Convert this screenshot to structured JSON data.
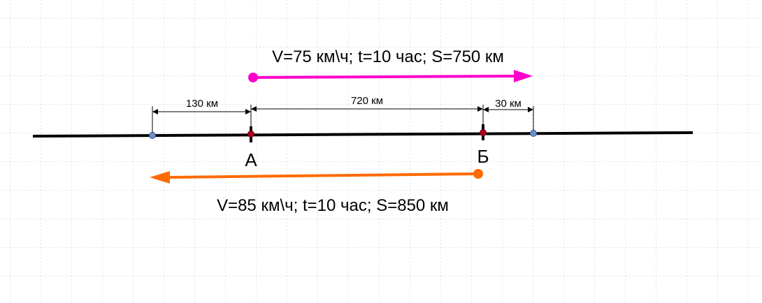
{
  "colors": {
    "background": "#ffffff",
    "grid": "#c9c9c9",
    "road": "#000000",
    "forward_arrow": "#ff00cc",
    "backward_arrow": "#ff6a00",
    "endpoint_dot": "#6f8fc9",
    "point_dot": "#b0001f"
  },
  "top_label": "V=75 км\\ч; t=10 час; S=750 км",
  "bottom_label": "V=85 км\\ч; t=10 час; S=850 км",
  "point_a": "А",
  "point_b": "Б",
  "dimensions": {
    "left": "130 км",
    "middle": "720 км",
    "right": "30 км"
  }
}
